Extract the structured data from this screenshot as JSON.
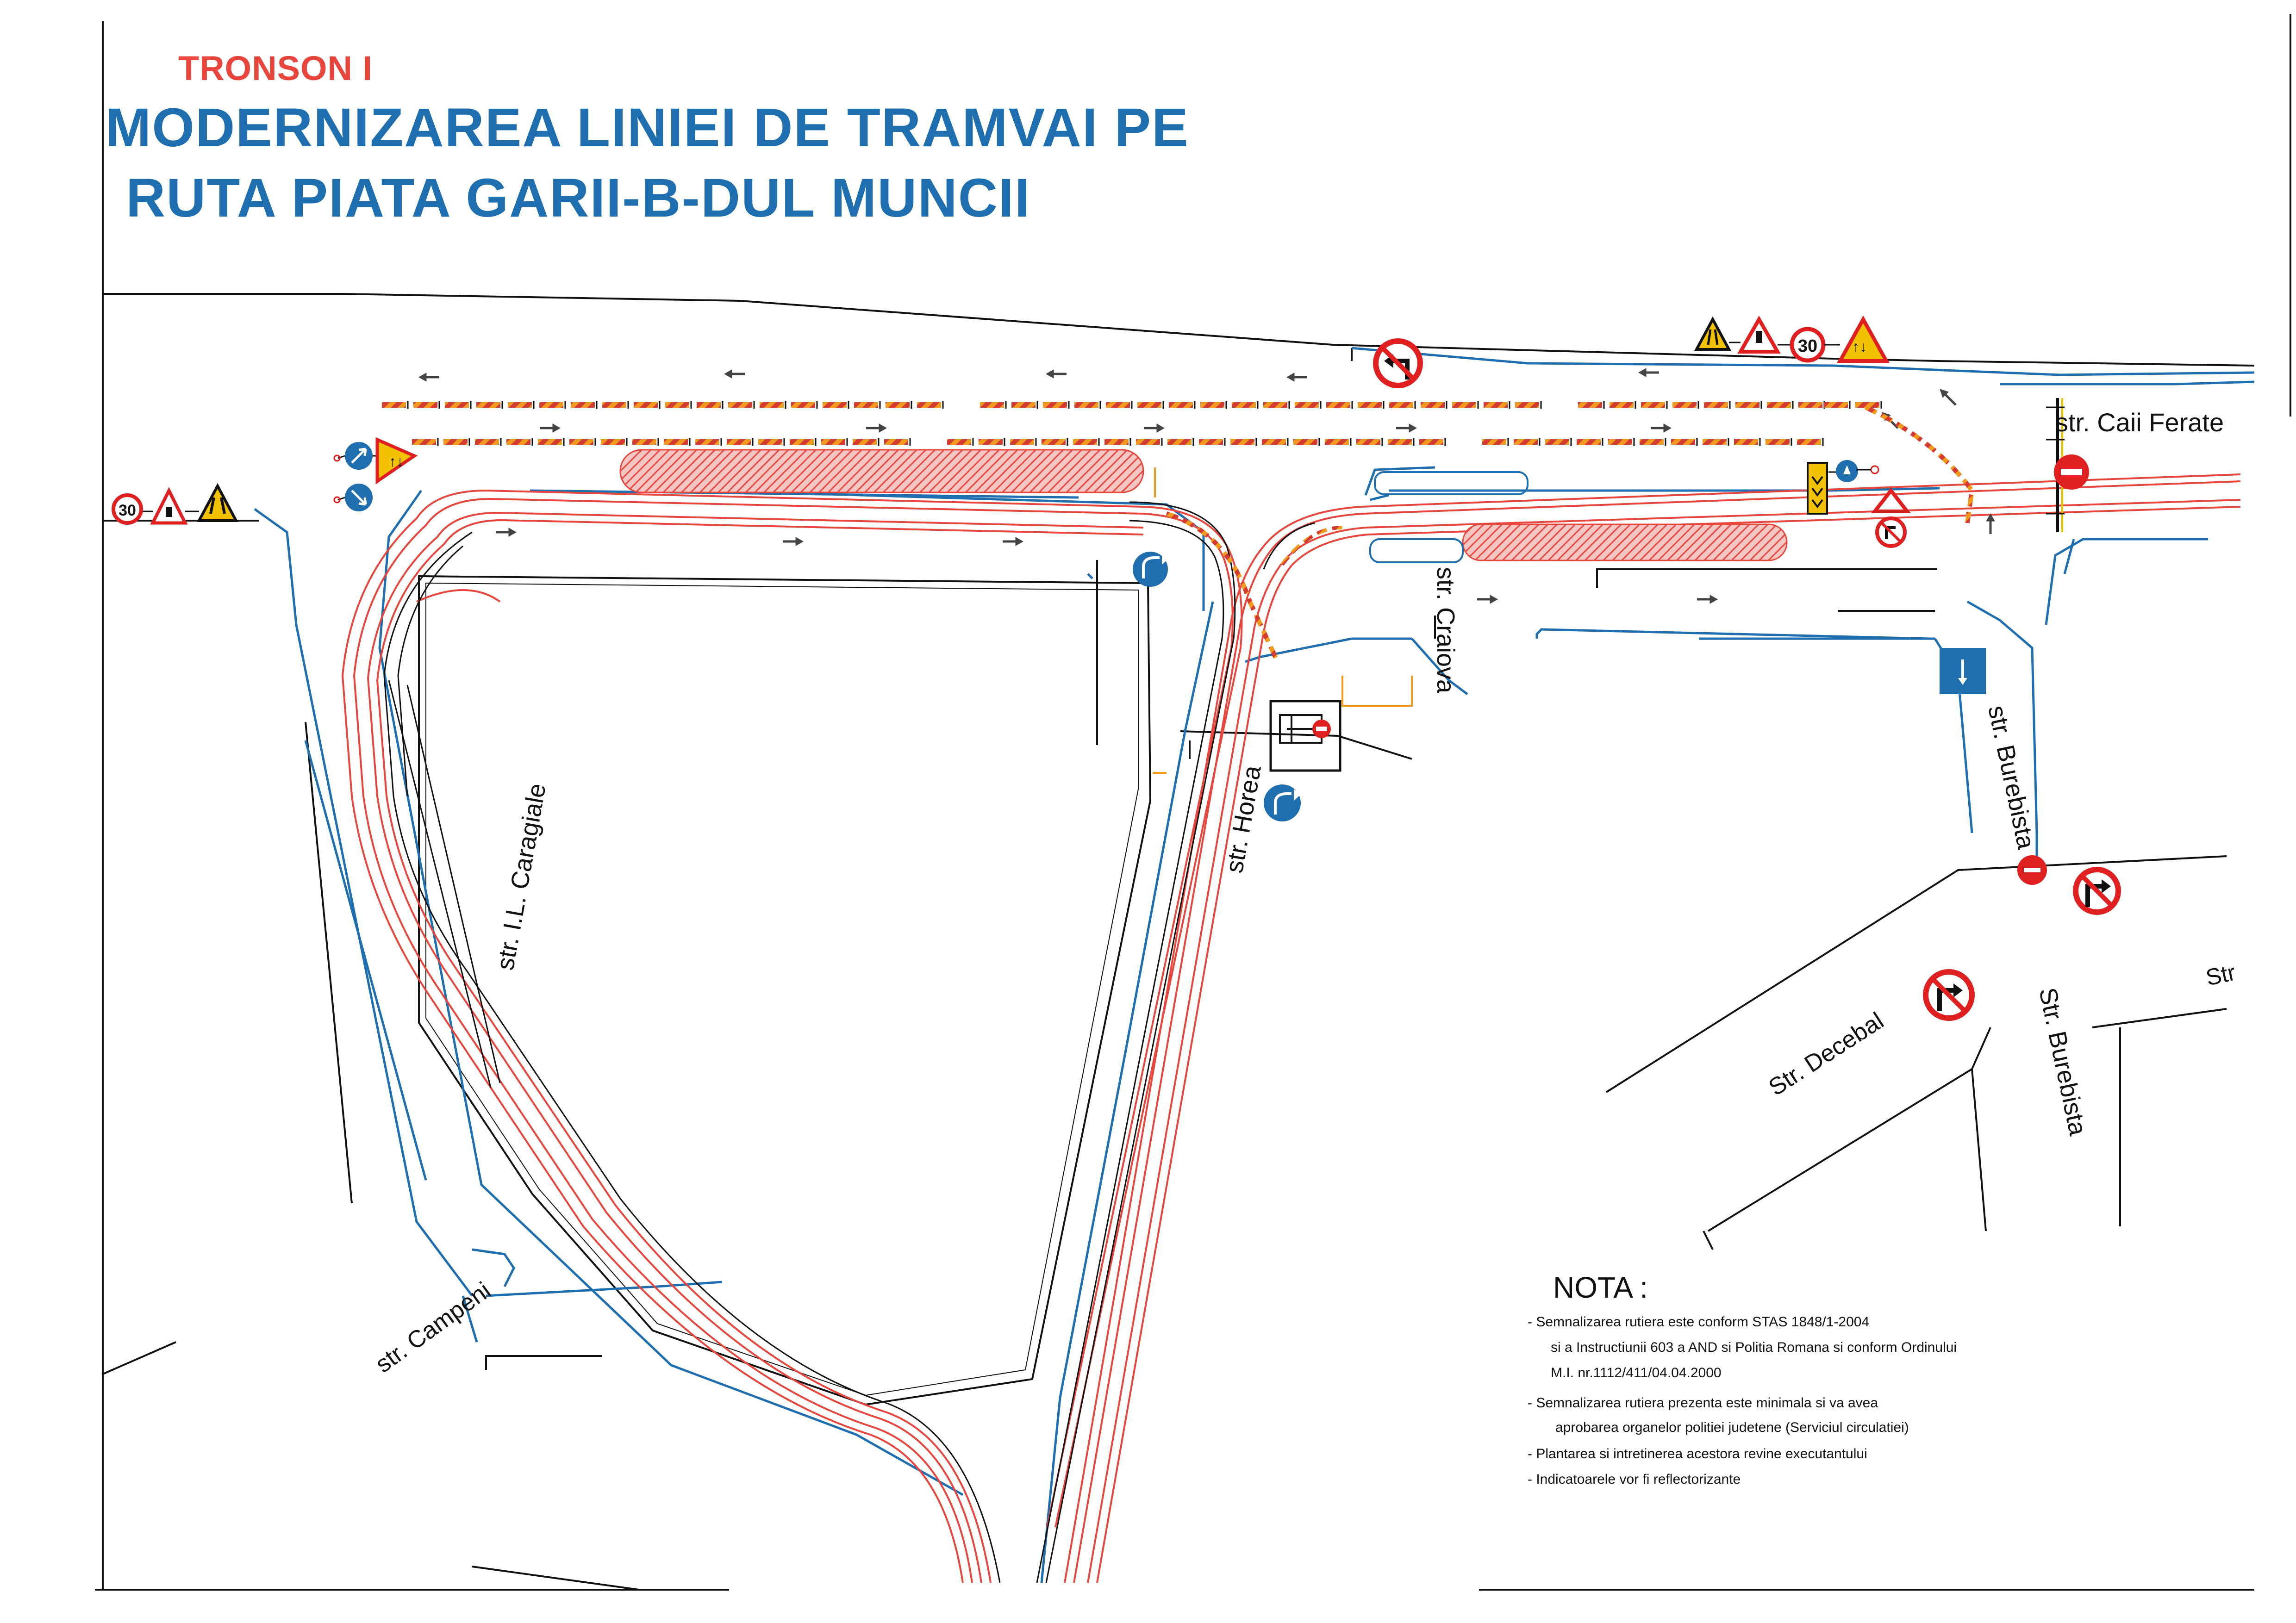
{
  "header": {
    "tronson": "TRONSON I",
    "title_line1": "MODERNIZAREA LINIEI DE TRAMVAI PE",
    "title_line2": "RUTA PIATA GARII-B-DUL MUNCII"
  },
  "streets": {
    "caii_ferate": "str. Caii Ferate",
    "craiova": "str. Craiova",
    "burebista_upper": "str. Burebista",
    "burebista_lower": "Str. Burebista",
    "decebal": "Str. Decebal",
    "str_right": "Str",
    "caragiale": "str. I.L. Caragiale",
    "horea": "str. Horea",
    "campeni": "str. Campeni"
  },
  "signs": {
    "speed_limit": "30",
    "works_warning": "works-warning-icon",
    "narrowing_warning": "road-narrows-icon",
    "no_turn": "no-left-turn-icon",
    "no_entry": "no-entry-icon",
    "keep_direction": "mandatory-direction-icon",
    "one_way": "one-way-icon",
    "detour_panel": "detour-chevron-icon"
  },
  "colors": {
    "tram_track": "#e8453c",
    "road_edge": "#1f6fb0",
    "hatch": "#e8453c",
    "barrier_orange": "#f29a1d",
    "barrier_red": "#d43a2f",
    "sign_blue": "#1f6fb0",
    "sign_red": "#e02020"
  },
  "nota": {
    "title": "NOTA :",
    "l1": "- Semnalizarea rutiera este conform STAS 1848/1-2004",
    "l2": "si a Instructiunii 603 a AND si Politia Romana si conform Ordinului",
    "l3": "M.I. nr.1112/411/04.04.2000",
    "l4": "- Semnalizarea rutiera prezenta este minimala si va avea",
    "l5": "aprobarea organelor politiei judetene (Serviciul circulatiei)",
    "l6": "- Plantarea si intretinerea acestora revine executantului",
    "l7": "- Indicatoarele vor fi reflectorizante"
  }
}
